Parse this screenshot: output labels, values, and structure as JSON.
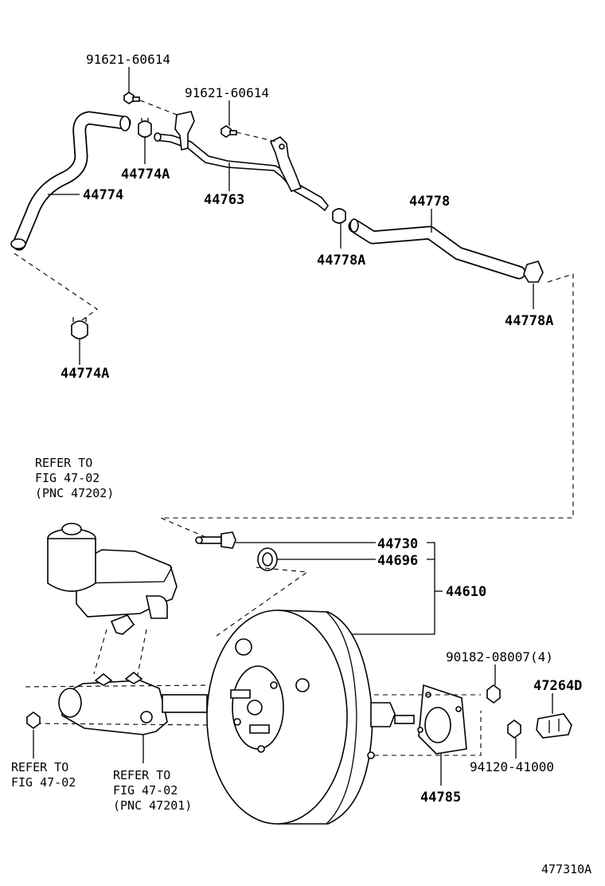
{
  "diagram": {
    "figure_id": "477310A",
    "labels": {
      "bolt_top_left": "91621-60614",
      "bolt_top_right": "91621-60614",
      "clamp_upper": "44774A",
      "hose_left": "44774",
      "hose_mid": "44763",
      "hose_right": "44778",
      "clamp_right_a": "44778A",
      "clamp_right_b": "44778A",
      "clamp_lower_left": "44774A",
      "check_valve": "44730",
      "grommet": "44696",
      "booster_assy": "44610",
      "nut_4": "90182-08007(4)",
      "bracket": "47264D",
      "nut_2": "94120-41000",
      "gasket": "44785"
    },
    "references": {
      "reservoir_ref": [
        "REFER TO",
        "FIG 47-02",
        "(PNC 47202)"
      ],
      "master_cyl_ref": [
        "REFER TO",
        "FIG 47-02",
        "(PNC 47201)"
      ],
      "nut_ref": [
        "REFER TO",
        "FIG 47-02"
      ]
    }
  }
}
